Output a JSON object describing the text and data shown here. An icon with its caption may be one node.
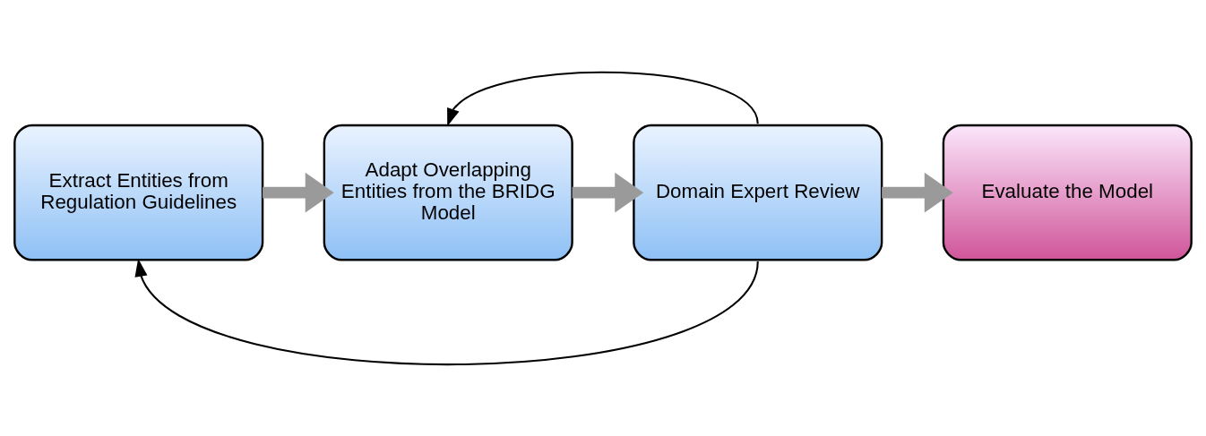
{
  "diagram": {
    "nodes": [
      {
        "text": [
          "Extract Entities from Regulation Guidelines"
        ]
      },
      {
        "text": [
          "Adapt Overlapping Entities from the BRIDG Model"
        ]
      },
      {
        "text": [
          "Domain Expert Review"
        ]
      },
      {
        "text": [
          "Evaluate the Model"
        ]
      }
    ],
    "edges": [
      {
        "from": 0,
        "to": 1,
        "arrow": "to"
      },
      {
        "from": 1,
        "to": 2,
        "arrow": "to"
      },
      {
        "from": 2,
        "to": 3,
        "arrow": "to"
      },
      {
        "from": 2,
        "to": 1,
        "arrow": "to",
        "color": "#000000"
      },
      {
        "from": 2,
        "to": 0,
        "arrow": "to",
        "color": "#000000"
      }
    ]
  }
}
